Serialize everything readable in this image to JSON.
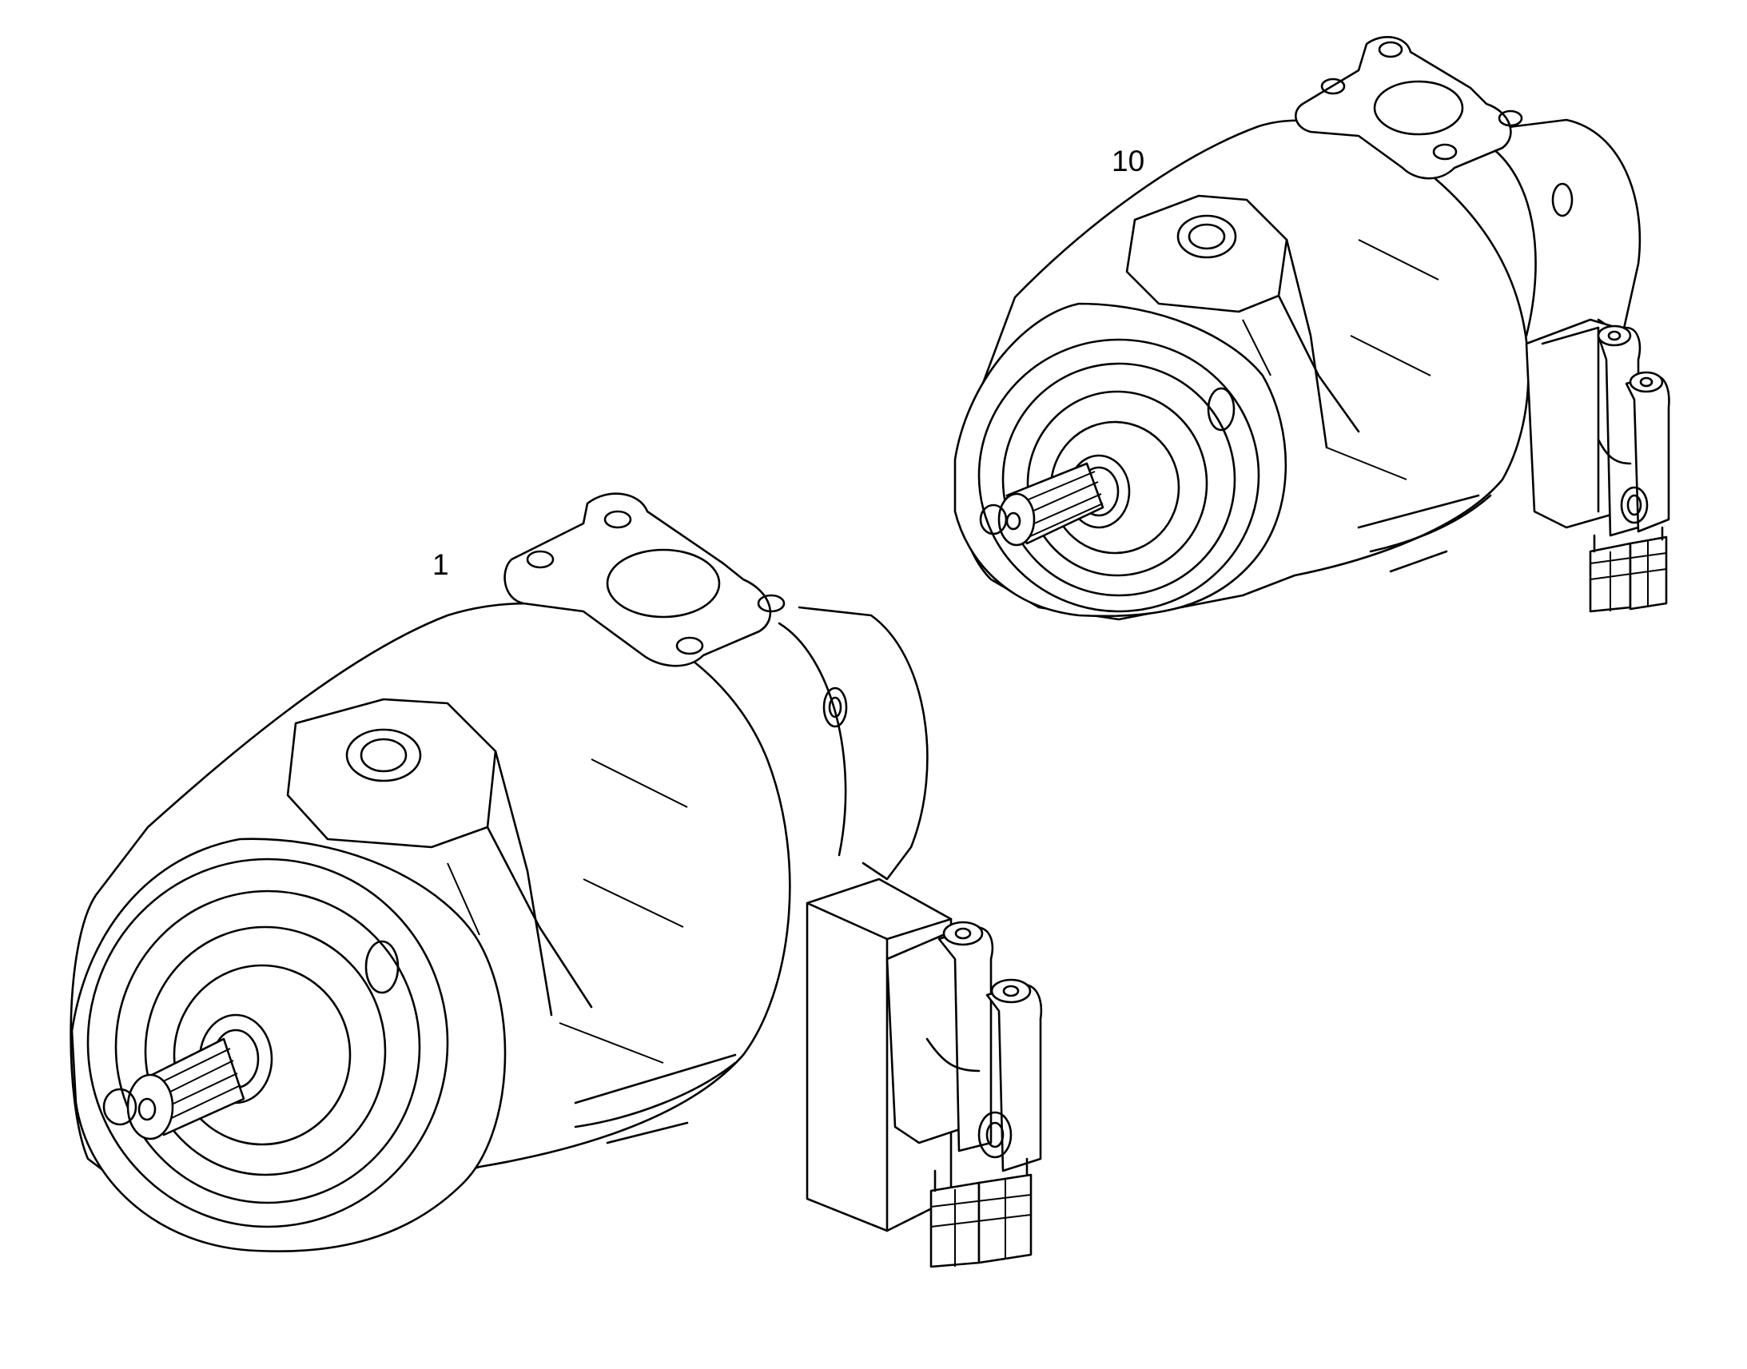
{
  "callouts": [
    {
      "id": "callout-1",
      "text": "1"
    },
    {
      "id": "callout-10",
      "text": "10"
    }
  ],
  "colors": {
    "line": "#000000",
    "background": "#ffffff"
  }
}
